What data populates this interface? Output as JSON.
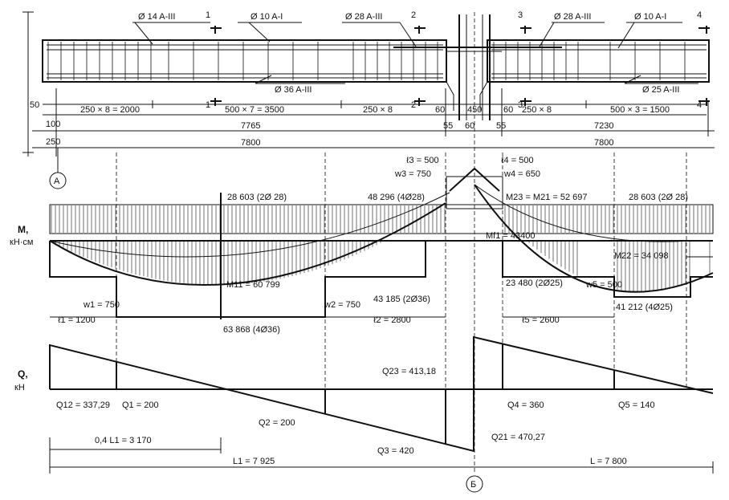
{
  "beam": {
    "rebar_top_left": "Ø 14 A-III",
    "rebar_mid_left": "Ø 10 A-I",
    "rebar_over_support_left": "Ø 28 A-III",
    "rebar_over_support_right": "Ø 28 A-III",
    "rebar_mid_right": "Ø 10 A-I",
    "rebar_bottom_left": "Ø 36 A-III",
    "rebar_bottom_right": "Ø 25 A-III",
    "section_marks": [
      "1",
      "2",
      "3",
      "4"
    ],
    "dim_50": "50",
    "dim_100": "100",
    "dim_250": "250",
    "dim_stirrups_1": "250 × 8 = 2000",
    "dim_stirrups_2": "500 × 7 = 3500",
    "dim_stirrups_3": "250 × 8",
    "dim_60_left": "60",
    "dim_450": "450",
    "dim_60_right": "60",
    "dim_55_left": "55",
    "dim_60_col": "60",
    "dim_55_right": "55",
    "dim_stirrups_4": "250 × 8",
    "dim_stirrups_5": "500 × 3 = 1500",
    "dim_7765": "7765",
    "dim_7230": "7230",
    "dim_7800_left": "7800",
    "dim_7800_right": "7800",
    "axis_A": "А",
    "axis_B": "Б"
  },
  "moment": {
    "axis_label": "M,",
    "axis_unit": "кН·см",
    "l3": "ℓ3 = 500",
    "l4": "ℓ4 = 500",
    "w3": "w3 = 750",
    "w4": "w4 = 650",
    "cap_left": "28 603  (2Ø 28)",
    "cap_support_left": "48 296  (4Ø28)",
    "m23": "M23 = M21 = 52 697",
    "cap_right": "28 603  (2Ø 28)",
    "mf1": "Mf1 = 43400",
    "m22": "M22 = 34 098",
    "m11": "M11 = 60 799",
    "cap_23480": "23 480  (2Ø25)",
    "w5": "w5 = 500",
    "w1": "w1 = 750",
    "w2": "w2 = 750",
    "cap_43185": "43 185  (2Ø36)",
    "cap_41212": "41 212  (4Ø25)",
    "l1": "ℓ1 = 1200",
    "cap_63868": "63 868  (4Ø36)",
    "l2": "ℓ2 = 2800",
    "l5": "ℓ5 = 2600"
  },
  "shear": {
    "axis_label": "Q,",
    "axis_unit": "кН",
    "q23": "Q23 = 413,18",
    "q12": "Q12 = 337,29",
    "q1": "Q1 = 200",
    "q4": "Q4 = 360",
    "q5": "Q5 = 140",
    "q2": "Q2 = 200",
    "dim_04L1": "0,4 L1 = 3 170",
    "q3": "Q3 = 420",
    "q21": "Q21 = 470,27",
    "L1": "L1 = 7 925",
    "L": "L = 7 800"
  }
}
